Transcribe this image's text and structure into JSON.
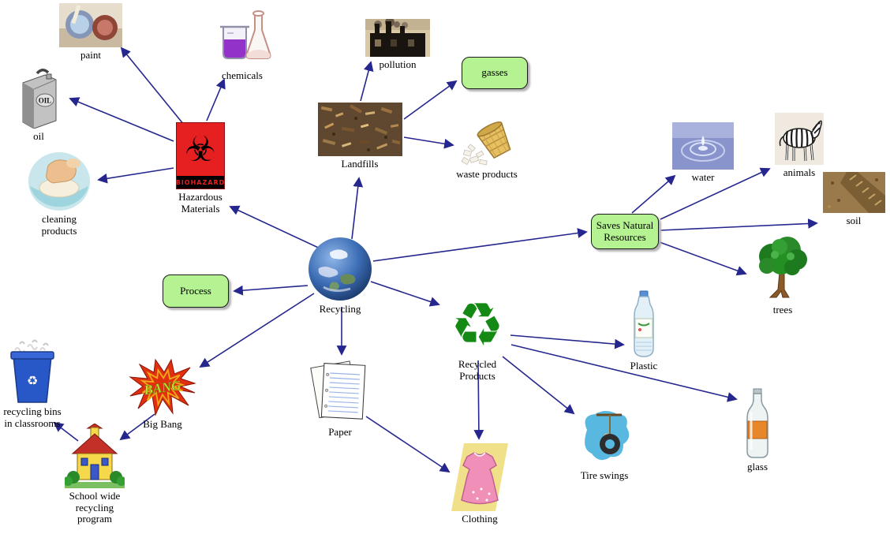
{
  "diagram": {
    "type": "concept-map",
    "topic": "Recycling",
    "background": "#ffffff",
    "arrow_color": "#26268f",
    "box_fill": "#b5f292",
    "box_border": "#1a1a1a"
  },
  "nodes": {
    "recycling": {
      "label": "Recycling",
      "icon": "earth-icon"
    },
    "hazardous_materials": {
      "label": "Hazardous\nMaterials",
      "glyph": "☣",
      "badge": "BIOHAZARD",
      "icon": "biohazard-sign-icon"
    },
    "paint": {
      "label": "paint",
      "icon": "paint-cans-icon"
    },
    "chemicals": {
      "label": "chemicals",
      "icon": "chemistry-flasks-icon"
    },
    "oil": {
      "label": "oil",
      "badge": "OIL",
      "icon": "oil-can-icon"
    },
    "cleaning_products": {
      "label": "cleaning\nproducts",
      "icon": "cleaning-hand-icon"
    },
    "landfills": {
      "label": "Landfills",
      "icon": "landfill-photo-icon"
    },
    "pollution": {
      "label": "pollution",
      "icon": "factory-smoke-icon"
    },
    "gasses": {
      "label": "gasses"
    },
    "waste_products": {
      "label": "waste products",
      "icon": "tipped-basket-icon"
    },
    "saves_natural_resources": {
      "label": "Saves Natural\nResources"
    },
    "water": {
      "label": "water",
      "icon": "water-ripple-icon"
    },
    "animals": {
      "label": "animals",
      "icon": "zebra-icon"
    },
    "soil": {
      "label": "soil",
      "icon": "soil-track-icon"
    },
    "trees": {
      "label": "trees",
      "icon": "tree-icon"
    },
    "process": {
      "label": "Process"
    },
    "recycled_products": {
      "label": "Recycled\nProducts",
      "glyph": "♻",
      "icon": "recycle-symbol-icon"
    },
    "plastic": {
      "label": "Plastic",
      "icon": "plastic-bottle-icon"
    },
    "paper": {
      "label": "Paper",
      "icon": "notebook-paper-icon"
    },
    "clothing": {
      "label": "Clothing",
      "icon": "dress-icon"
    },
    "tire_swings": {
      "label": "Tire swings",
      "icon": "tire-swing-icon"
    },
    "glass": {
      "label": "glass",
      "icon": "glass-bottle-icon"
    },
    "big_bang": {
      "label": "Big Bang",
      "badge": "BANG",
      "icon": "starburst-icon"
    },
    "recycling_bins": {
      "label": "recycling bins\nin classrooms",
      "glyph": "♻",
      "icon": "blue-bin-icon"
    },
    "school_program": {
      "label": "School wide\nrecycling\nprogram",
      "icon": "school-house-icon"
    }
  },
  "edges": [
    {
      "from": "recycling",
      "to": "hazardous_materials"
    },
    {
      "from": "recycling",
      "to": "landfills"
    },
    {
      "from": "recycling",
      "to": "saves_natural_resources"
    },
    {
      "from": "recycling",
      "to": "process"
    },
    {
      "from": "recycling",
      "to": "recycled_products"
    },
    {
      "from": "recycling",
      "to": "paper"
    },
    {
      "from": "recycling",
      "to": "big_bang"
    },
    {
      "from": "hazardous_materials",
      "to": "paint"
    },
    {
      "from": "hazardous_materials",
      "to": "chemicals"
    },
    {
      "from": "hazardous_materials",
      "to": "oil"
    },
    {
      "from": "hazardous_materials",
      "to": "cleaning_products"
    },
    {
      "from": "landfills",
      "to": "pollution"
    },
    {
      "from": "landfills",
      "to": "gasses"
    },
    {
      "from": "landfills",
      "to": "waste_products"
    },
    {
      "from": "saves_natural_resources",
      "to": "water"
    },
    {
      "from": "saves_natural_resources",
      "to": "animals"
    },
    {
      "from": "saves_natural_resources",
      "to": "soil"
    },
    {
      "from": "saves_natural_resources",
      "to": "trees"
    },
    {
      "from": "recycled_products",
      "to": "plastic"
    },
    {
      "from": "recycled_products",
      "to": "clothing"
    },
    {
      "from": "recycled_products",
      "to": "tire_swings"
    },
    {
      "from": "recycled_products",
      "to": "glass"
    },
    {
      "from": "paper",
      "to": "clothing"
    },
    {
      "from": "big_bang",
      "to": "school_program"
    },
    {
      "from": "school_program",
      "to": "recycling_bins"
    }
  ]
}
